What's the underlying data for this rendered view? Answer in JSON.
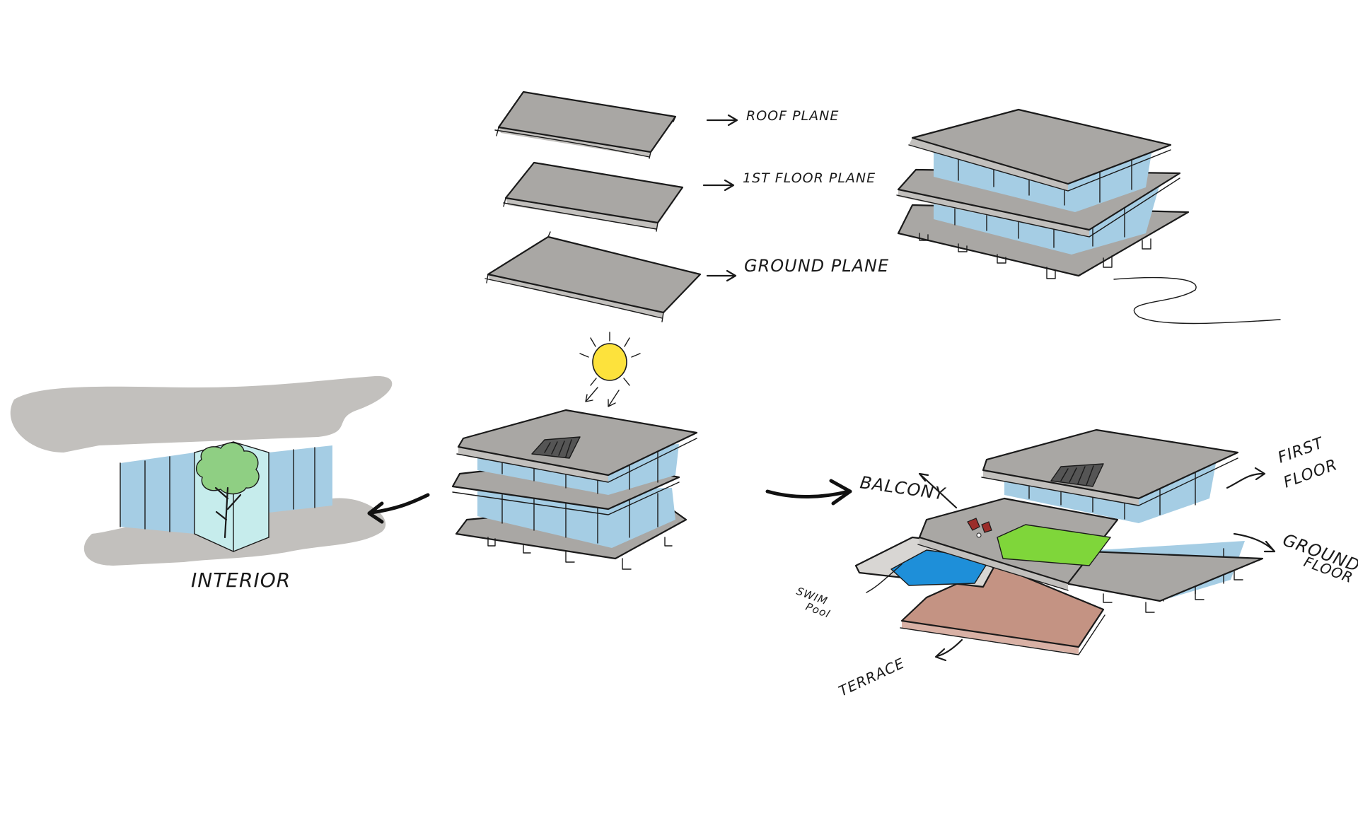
{
  "labels": {
    "roof_plane": "ROOF PLANE",
    "first_floor_plane": "1ST FLOOR PLANE",
    "ground_plane": "GROUND PLANE",
    "interior": "INTERIOR",
    "balcony": "BALCONY",
    "first_floor_line1": "FIRST",
    "first_floor_line2": "FLOOR",
    "ground_floor_line1": "GROUND",
    "ground_floor_line2": "FLOOR",
    "swim_pool_line1": "SWIM",
    "swim_pool_line2": "Pool",
    "terrace": "TERRACE"
  },
  "colors": {
    "slab_gray": "#a9a7a4",
    "slab_gray_light": "#c2c0bd",
    "glass_blue": "#a5cde4",
    "glass_blue_dark": "#8fbcd7",
    "sun_yellow": "#fde23c",
    "pool_blue": "#1e8fd9",
    "lawn_green": "#7fd63a",
    "deck_brown": "#c49383",
    "chair_red": "#9b2d2a",
    "tree_green": "#8fcf83",
    "glass_cyan": "#c6ecec",
    "ink": "#1a1a1a"
  },
  "icons": [
    "sun-icon",
    "tree-icon",
    "lounge-chair-icon"
  ]
}
